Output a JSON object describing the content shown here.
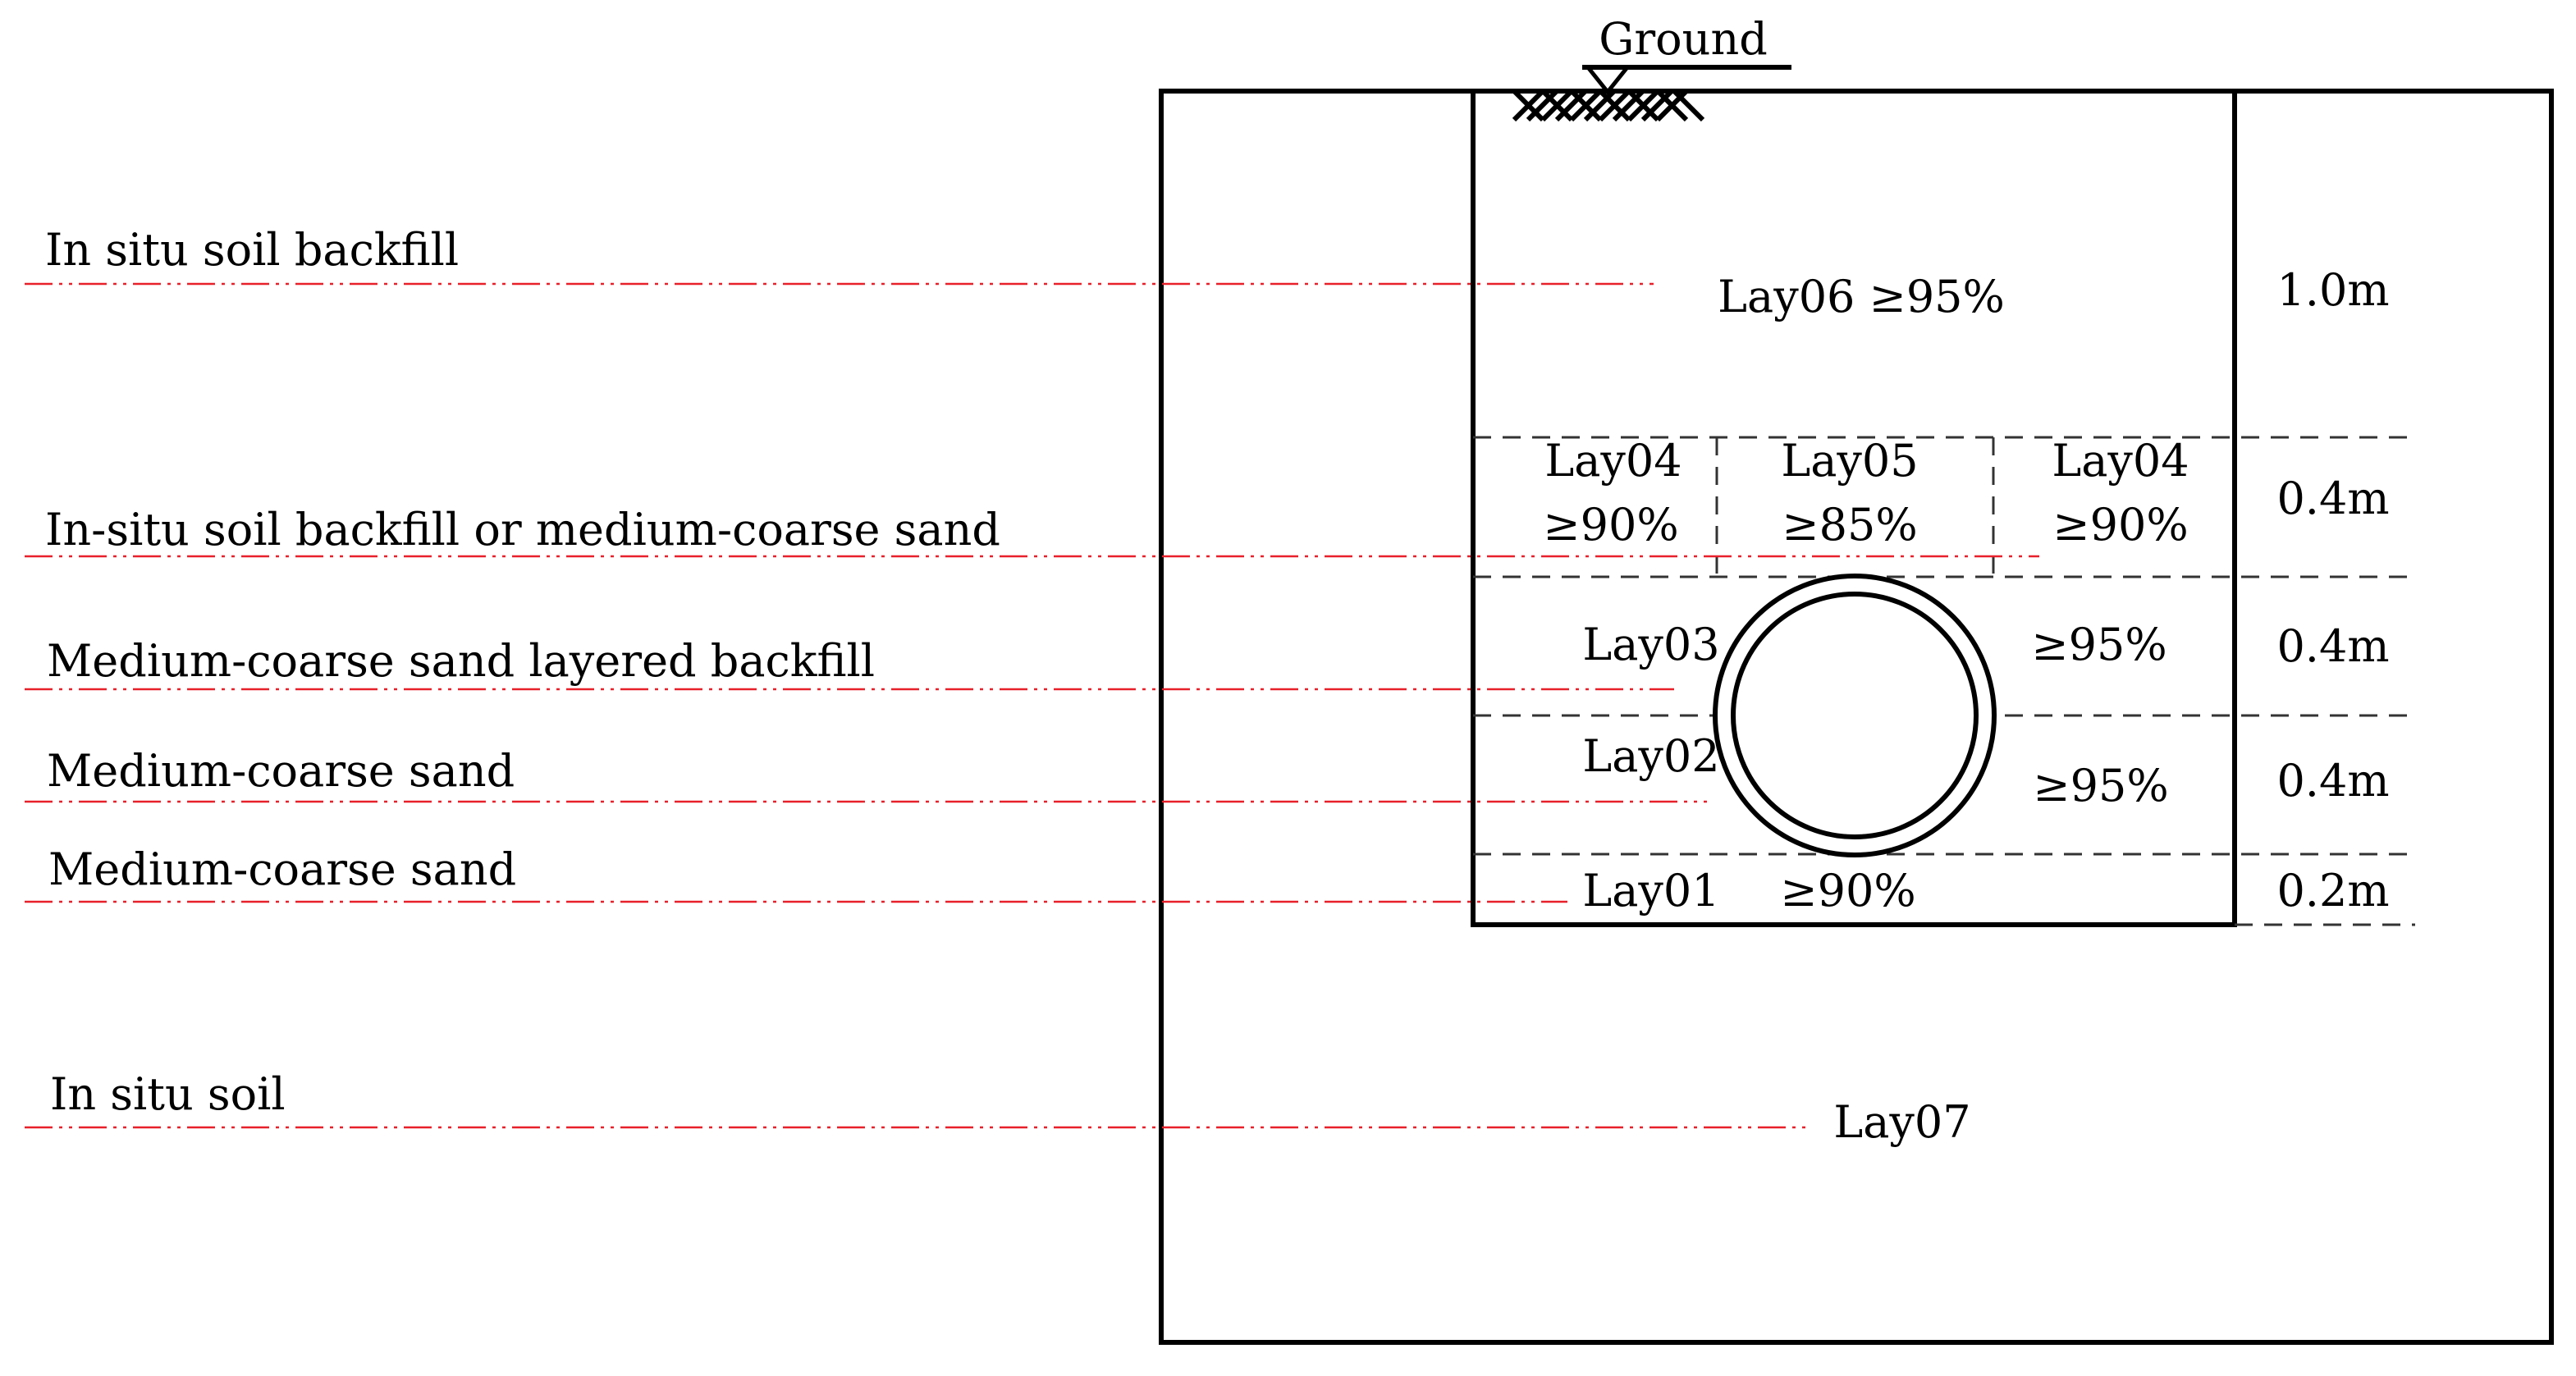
{
  "ground_label": "Ground",
  "callouts": {
    "in_situ_backfill": "In situ soil backfill",
    "in_situ_or_sand": "In-situ soil backfill or medium-coarse sand",
    "layered_backfill": "Medium-coarse sand layered backfill",
    "sand_upper": "Medium-coarse sand",
    "sand_lower": "Medium-coarse sand",
    "in_situ_soil": "In situ soil"
  },
  "layers": {
    "lay06": "Lay06 ≥95%",
    "lay04_left_name": "Lay04",
    "lay04_left_value": "≥90%",
    "lay05_name": "Lay05",
    "lay05_value": "≥85%",
    "lay04_right_name": "Lay04",
    "lay04_right_value": "≥90%",
    "lay03": "Lay03",
    "lay03_value": "≥95%",
    "lay02": "Lay02",
    "lay02_value": "≥95%",
    "lay01": "Lay01",
    "lay01_value": "≥90%",
    "lay07": "Lay07"
  },
  "thicknesses": {
    "lay06": "1.0m",
    "lay04_05": "0.4m",
    "lay03": "0.4m",
    "lay02": "0.4m",
    "lay01": "0.2m"
  }
}
